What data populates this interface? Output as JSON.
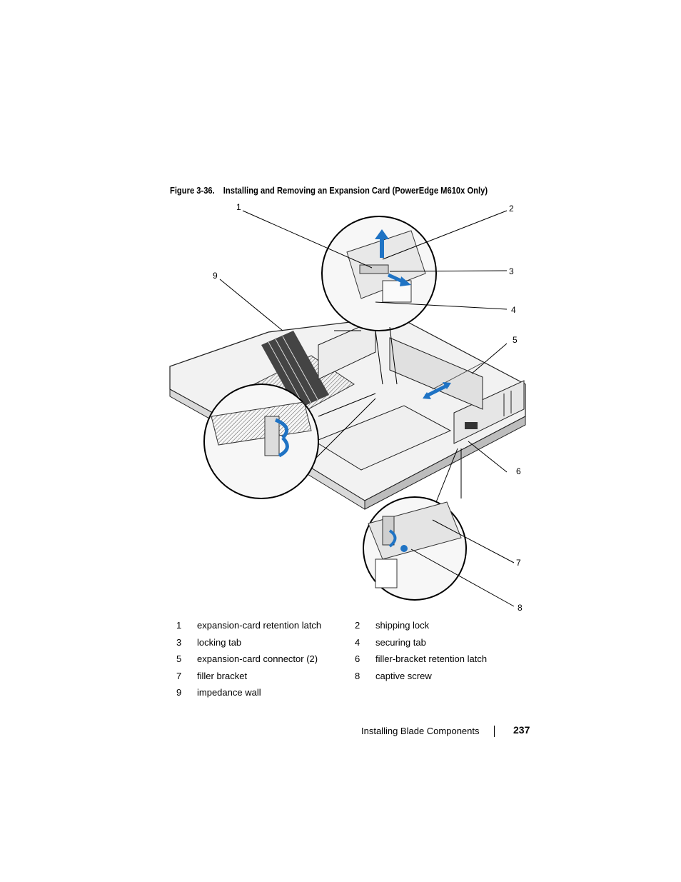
{
  "figure": {
    "number": "Figure 3-36.",
    "title": "Installing and Removing an Expansion Card (PowerEdge M610x Only)",
    "callouts": [
      "1",
      "2",
      "3",
      "4",
      "5",
      "6",
      "7",
      "8",
      "9"
    ]
  },
  "legend": [
    {
      "num": "1",
      "text": "expansion-card retention latch"
    },
    {
      "num": "2",
      "text": "shipping lock"
    },
    {
      "num": "3",
      "text": "locking tab"
    },
    {
      "num": "4",
      "text": "securing tab"
    },
    {
      "num": "5",
      "text": "expansion-card connector (2)"
    },
    {
      "num": "6",
      "text": "filler-bracket retention latch"
    },
    {
      "num": "7",
      "text": "filler bracket"
    },
    {
      "num": "8",
      "text": "captive screw"
    },
    {
      "num": "9",
      "text": "impedance wall"
    }
  ],
  "footer": {
    "section": "Installing Blade Components",
    "page": "237"
  },
  "colors": {
    "arrow_blue": "#1f73c4",
    "line": "#000000"
  }
}
